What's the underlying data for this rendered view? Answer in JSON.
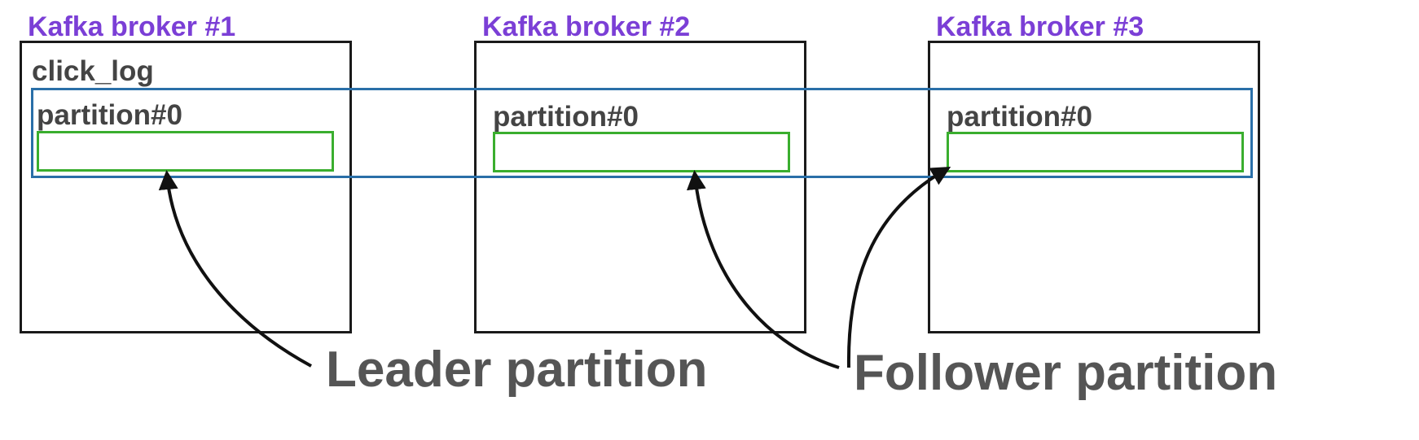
{
  "brokers": [
    {
      "title": "Kafka broker #1",
      "partition_label": "partition#0"
    },
    {
      "title": "Kafka broker #2",
      "partition_label": "partition#0"
    },
    {
      "title": "Kafka broker #3",
      "partition_label": "partition#0"
    }
  ],
  "topic_label": "click_log",
  "callouts": {
    "leader": "Leader partition",
    "follower": "Follower partition"
  },
  "colors": {
    "broker_title": "#7b3fd6",
    "broker_border": "#1a1a1a",
    "replica_group": "#2a6fa8",
    "partition_bar": "#3aae2e",
    "label_text": "#444444",
    "arrow": "#111111"
  }
}
